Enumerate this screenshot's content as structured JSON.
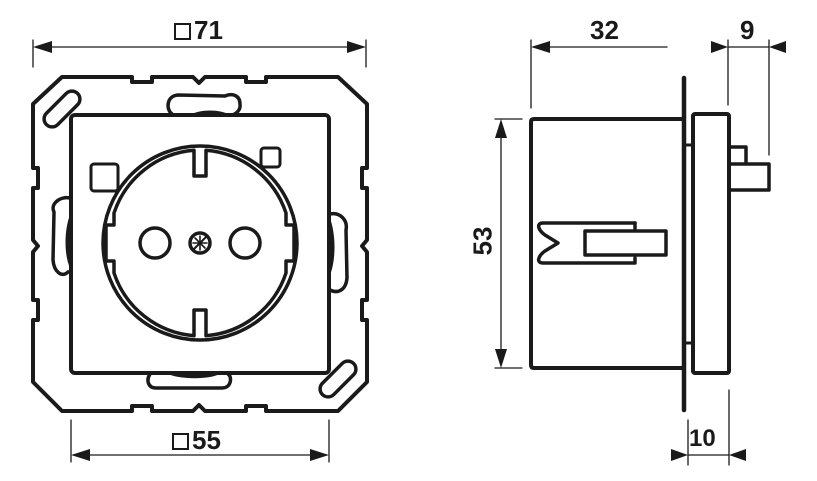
{
  "drawing": {
    "title": "Schuko socket outlet dimension drawing",
    "views": [
      "front-view",
      "side-view"
    ],
    "line_color": "#1a1a1a",
    "background": "#ffffff"
  },
  "front_view": {
    "frame_dimension": {
      "symbol": "square",
      "value": "71"
    },
    "insert_dimension": {
      "symbol": "square",
      "value": "55"
    }
  },
  "side_view": {
    "depth_dimension": {
      "value": "32"
    },
    "plug_protrusion_dimension": {
      "value": "9"
    },
    "height_dimension": {
      "value": "53"
    },
    "cover_thickness_dimension": {
      "value": "10"
    }
  }
}
